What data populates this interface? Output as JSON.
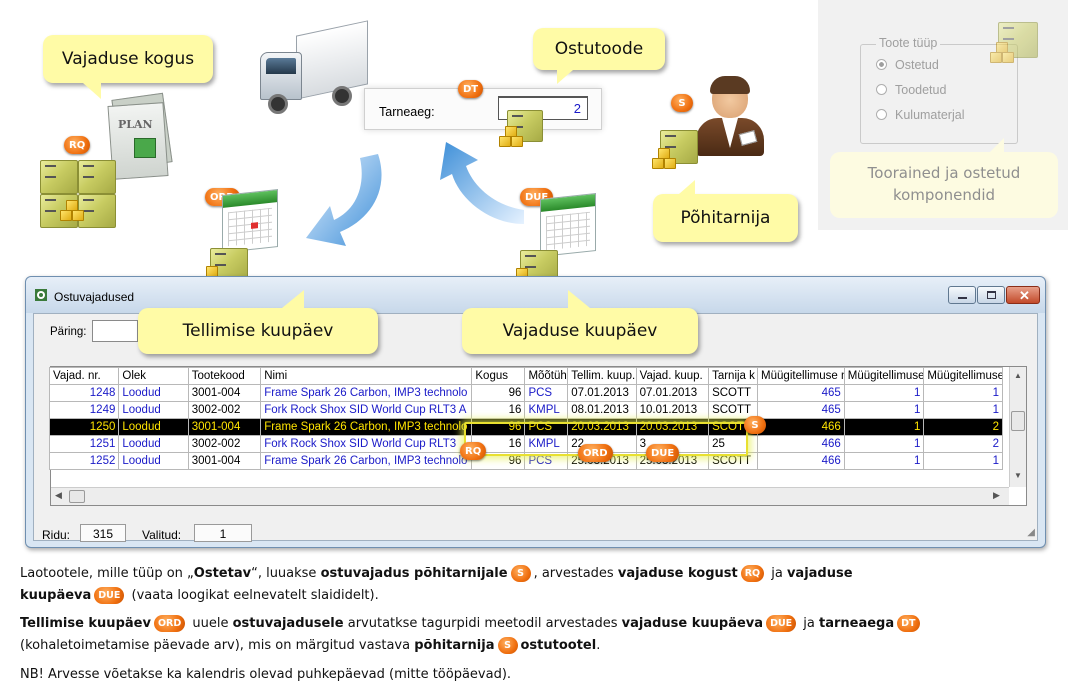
{
  "callouts": {
    "vajaduse_kogus": "Vajaduse kogus",
    "ostutoode": "Ostutoode",
    "tellimise_kuupaev": "Tellimise kuupäev",
    "vajaduse_kuupaev": "Vajaduse kuupäev",
    "pohitarnija": "Põhitarnija",
    "plan": "PLAN"
  },
  "badges": {
    "rq": "RQ",
    "dt": "DT",
    "s": "S",
    "ord": "ORD",
    "due": "DUE"
  },
  "tarneaeg": {
    "label": "Tarneaeg:",
    "value": "2"
  },
  "toote_tuup": {
    "legend": "Toote tüüp",
    "options": [
      "Ostetud",
      "Toodetud",
      "Kulumaterjal"
    ],
    "selected": "Ostetud",
    "note_line1": "Toorained  ja ostetud",
    "note_line2": "komponendid"
  },
  "window": {
    "title": "Ostuvajadused",
    "query_label": "Päring:",
    "footer": {
      "rows_label": "Ridu:",
      "rows_value": "315",
      "selected_label": "Valitud:",
      "selected_value": "1"
    }
  },
  "table": {
    "headers": [
      "Vajad. nr.",
      "Olek",
      "Tootekood",
      "Nimi",
      "Kogus",
      "Mõõtühik",
      "Tellim. kuup.",
      "Vajad. kuup.",
      "Tarnija k",
      "Müügitellimuse nr",
      "Müügitellimuse",
      "Müügitellimuse"
    ],
    "rows": [
      [
        "1248",
        "Loodud",
        "3001-004",
        "Frame Spark 26 Carbon, IMP3 technolo",
        "96",
        "PCS",
        "07.01.2013",
        "07.01.2013",
        "SCOTT",
        "465",
        "1",
        "1"
      ],
      [
        "1249",
        "Loodud",
        "3002-002",
        "Fork Rock Shox SID World Cup RLT3 A",
        "16",
        "KMPL",
        "08.01.2013",
        "10.01.2013",
        "SCOTT",
        "465",
        "1",
        "1"
      ],
      [
        "1250",
        "Loodud",
        "3001-004",
        "Frame Spark 26 Carbon, IMP3 technolo",
        "96",
        "PCS",
        "20.03.2013",
        "20.03.2013",
        "SCOTT",
        "466",
        "1",
        "2"
      ],
      [
        "1251",
        "Loodud",
        "3002-002",
        "Fork Rock Shox SID World Cup RLT3",
        "16",
        "KMPL",
        "22",
        "3",
        "25",
        "466",
        "1",
        "2"
      ],
      [
        "1252",
        "Loodud",
        "3001-004",
        "Frame Spark 26 Carbon, IMP3 technolo",
        "96",
        "PCS",
        "25.03.2013",
        "25.03.2013",
        "SCOTT",
        "466",
        "1",
        "1"
      ]
    ]
  },
  "caption": {
    "l1a": "Laotootele, mille tüüp on „",
    "l1b": "Ostetav",
    "l1c": "“, luuakse ",
    "l1d": "ostuvajadus põhitarnijale",
    "l1e": ", arvestades ",
    "l1f": "vajaduse kogust",
    "l1g": " ja ",
    "l1h": "vajaduse",
    "l2a": "kuupäeva",
    "l2b": " (vaata loogikat eelnevatelt slaididelt).",
    "l3a": "Tellimise kuupäev",
    "l3b": " uuele ",
    "l3c": "ostuvajadusele",
    "l3d": " arvutatkse tagurpidi meetodil arvestades ",
    "l3e": "vajaduse kuupäeva",
    "l3f": " ja ",
    "l3g": "tarneaega",
    "l4a": "(kohaletoimetamise päevade arv), mis on märgitud vastava ",
    "l4b": "põhitarnija",
    "l4c": "ostutootel",
    "l4d": ".",
    "l5": "NB! Arvesse võetakse ka kalendris olevad puhkepäevad (mitte tööpäevad)."
  }
}
